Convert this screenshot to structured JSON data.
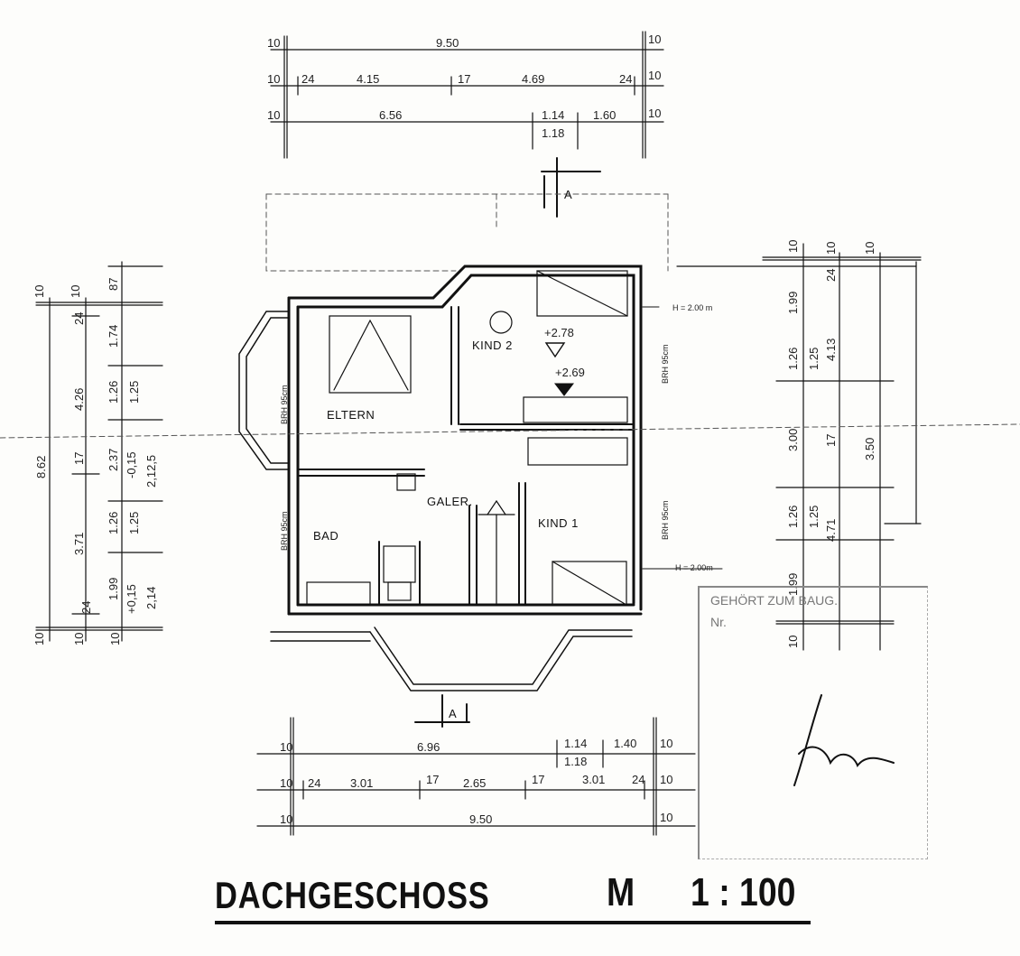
{
  "drawing": {
    "title": "DACHGESCHOSS",
    "scale_label": "M",
    "scale_value": "1 : 100",
    "section_marker": "A"
  },
  "rooms": {
    "eltern": "ELTERN",
    "kind2": "KIND 2",
    "kind1": "KIND 1",
    "bad": "BAD",
    "galerie": "GALER."
  },
  "levels": {
    "top": "+2.78",
    "bottom": "+2.69"
  },
  "notes": {
    "height_top": "H = 2.00 m",
    "height_bottom": "H = 2.00m",
    "brh_kind2": "BRH 95cm",
    "brh_kind1": "BRH 95cm",
    "brh_bad": "BRH 95cm",
    "brh_eltern": "BRH 95cm"
  },
  "dims_top": {
    "row1_total": "9.50",
    "row1_edge_l": "10",
    "row1_edge_r": "10",
    "row2_a": "4.15",
    "row2_b": "4.69",
    "row2_c": "17",
    "row2_d": "24",
    "row2_e": "24",
    "row2_edge_l": "10",
    "row2_edge_r": "10",
    "row3_a": "6.56",
    "row3_b": "1.14",
    "row3_c": "1.18",
    "row3_d": "1.60",
    "row3_edge_l": "10",
    "row3_edge_r": "10"
  },
  "dims_bottom": {
    "row1_a": "6.96",
    "row1_b": "1.14",
    "row1_c": "1.18",
    "row1_d": "1.40",
    "row1_edge_l": "10",
    "row1_edge_r": "10",
    "row2_a": "3.01",
    "row2_b": "2.65",
    "row2_c": "3.01",
    "row2_d": "17",
    "row2_e": "17",
    "row2_f": "24",
    "row2_g": "24",
    "row2_edge_l": "10",
    "row2_edge_r": "10",
    "row3_total": "9.50",
    "row3_edge_l": "10",
    "row3_edge_r": "10"
  },
  "dims_left": {
    "total": "8.62",
    "d1": "1.74",
    "d2": "4.26",
    "d3": "3.71",
    "d4": "1.26",
    "d5": "1.25",
    "d6": "2.37",
    "d7": "1.26",
    "d8": "1.25",
    "d9": "1.99",
    "d10": "87",
    "d11": "17",
    "e1": "10",
    "e2": "10",
    "e3": "24",
    "e4": "24",
    "e5": "10",
    "e6": "10",
    "e7": "10",
    "hand1": "-0,15",
    "hand2": "2,12,5",
    "hand3": "+0,15",
    "hand4": "2,14"
  },
  "dims_right": {
    "total": "3.50",
    "d1": "1.99",
    "d2": "1.26",
    "d3": "1.25",
    "d4": "4.13",
    "d5": "3.00",
    "d6": "1.26",
    "d7": "1.25",
    "d8": "4.71",
    "d9": "1.99",
    "d10": "17",
    "e1": "10",
    "e2": "10",
    "e3": "10",
    "e4": "24",
    "e5": "10"
  },
  "stamp": {
    "line1": "GEHÖRT ZUM BAUG.",
    "line2": "Nr."
  },
  "colors": {
    "ink": "#111111",
    "paper": "#fdfdfb",
    "stamp": "#777777"
  }
}
